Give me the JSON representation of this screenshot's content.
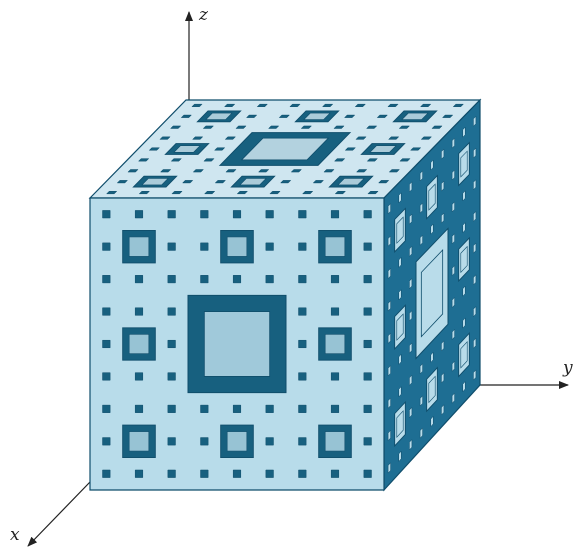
{
  "figure": {
    "axes": {
      "z": "z",
      "y": "y",
      "x": "x"
    }
  },
  "colors": {
    "front_face": "#b8dcea",
    "top_face": "#cfe6f0",
    "side_face": "#1e6e93",
    "dark": "#17607f",
    "edge": "#0f4d6b",
    "axis": "#222222"
  }
}
